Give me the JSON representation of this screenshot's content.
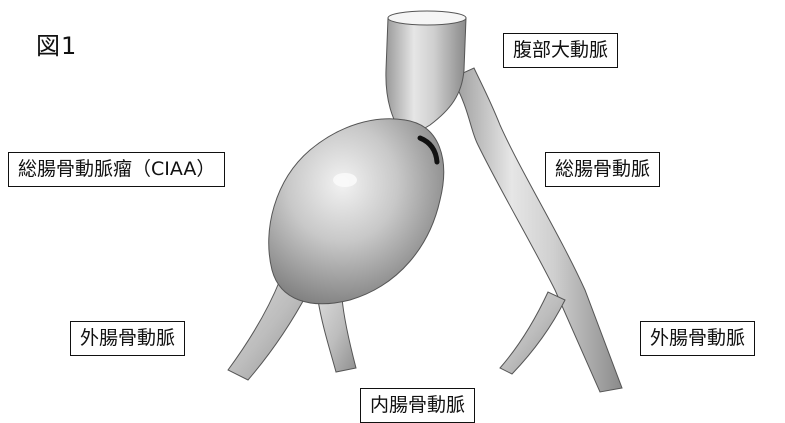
{
  "figure": {
    "title": "図1"
  },
  "labels": {
    "aorta": "腹部大動脈",
    "ciaa": "総腸骨動脈瘤（CIAA）",
    "common_iliac": "総腸骨動脈",
    "external_iliac_left": "外腸骨動脈",
    "external_iliac_right": "外腸骨動脈",
    "internal_iliac": "内腸骨動脈"
  }
}
